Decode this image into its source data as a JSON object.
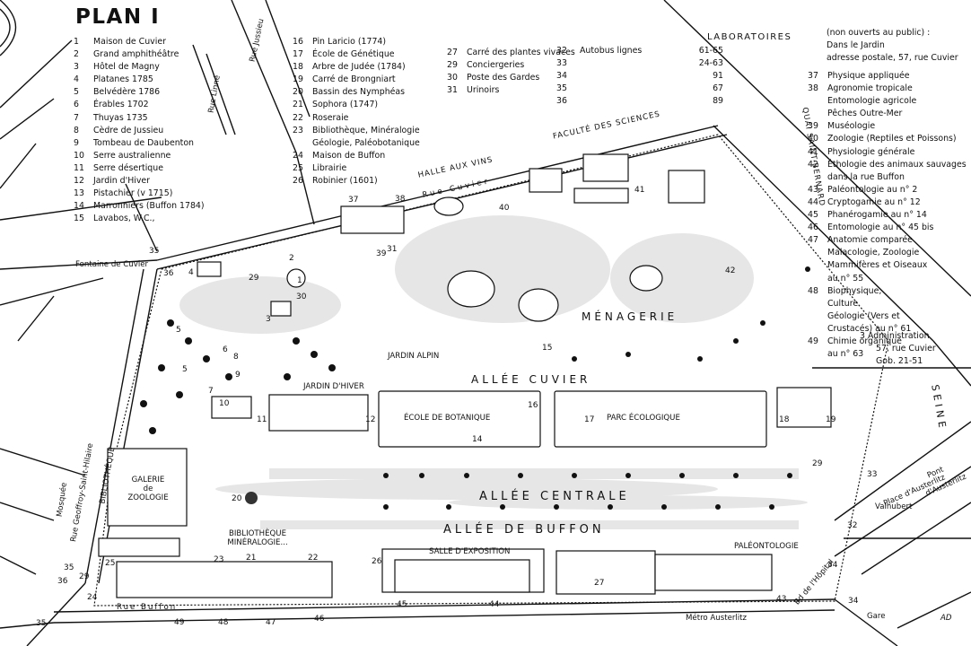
{
  "title": "PLAN I",
  "legend_col1": [
    {
      "n": "1",
      "t": "Maison de Cuvier"
    },
    {
      "n": "2",
      "t": "Grand amphithéâtre"
    },
    {
      "n": "3",
      "t": "Hôtel de Magny"
    },
    {
      "n": "4",
      "t": "Platanes 1785"
    },
    {
      "n": "5",
      "t": "Belvédère 1786"
    },
    {
      "n": "6",
      "t": "Érables 1702"
    },
    {
      "n": "7",
      "t": "Thuyas 1735"
    },
    {
      "n": "8",
      "t": "Cèdre de Jussieu"
    },
    {
      "n": "9",
      "t": "Tombeau de Daubenton"
    },
    {
      "n": "10",
      "t": "Serre australienne"
    },
    {
      "n": "11",
      "t": "Serre désertique"
    },
    {
      "n": "12",
      "t": "Jardin d'Hiver"
    },
    {
      "n": "13",
      "t": "Pistachier (v 1715)"
    },
    {
      "n": "14",
      "t": "Marronniers (Buffon 1784)"
    },
    {
      "n": "15",
      "t": "Lavabos, W.C.,"
    }
  ],
  "legend_col2": [
    {
      "n": "16",
      "t": "Pin Laricio (1774)"
    },
    {
      "n": "17",
      "t": "École de Génétique"
    },
    {
      "n": "18",
      "t": "Arbre de Judée (1784)"
    },
    {
      "n": "19",
      "t": "Carré de Brongniart"
    },
    {
      "n": "20",
      "t": "Bassin des Nymphéas"
    },
    {
      "n": "21",
      "t": "Sophora (1747)"
    },
    {
      "n": "22",
      "t": "Roseraie"
    },
    {
      "n": "23",
      "t": "Bibliothèque, Minéralogie"
    },
    {
      "n": "",
      "t": "Géologie, Paléobotanique"
    },
    {
      "n": "24",
      "t": "Maison de Buffon"
    },
    {
      "n": "25",
      "t": "Librairie"
    },
    {
      "n": "26",
      "t": "Robinier (1601)"
    }
  ],
  "legend_col3": [
    {
      "n": "27",
      "t": "Carré des plantes vivaces"
    },
    {
      "n": "29",
      "t": "Conciergeries"
    },
    {
      "n": "30",
      "t": "Poste des Gardes"
    },
    {
      "n": "31",
      "t": "Urinoirs"
    }
  ],
  "bus": [
    {
      "n": "32",
      "t": "Autobus lignes",
      "v": "61-65"
    },
    {
      "n": "33",
      "t": "",
      "v": "24-63"
    },
    {
      "n": "34",
      "t": "",
      "v": "91"
    },
    {
      "n": "35",
      "t": "",
      "v": "67"
    },
    {
      "n": "36",
      "t": "",
      "v": "89"
    }
  ],
  "labs_header": "LABORATOIRES",
  "labs_intro": [
    "(non ouverts au public) :",
    "Dans le Jardin",
    "adresse postale, 57, rue Cuvier"
  ],
  "labs": [
    {
      "n": "37",
      "t": "Physique appliquée"
    },
    {
      "n": "38",
      "t": "Agronomie tropicale"
    },
    {
      "n": "",
      "t": "Entomologie agricole"
    },
    {
      "n": "",
      "t": "Pêches Outre-Mer"
    },
    {
      "n": "39",
      "t": "Muséologie"
    },
    {
      "n": "40",
      "t": "Zoologie (Reptiles et Poissons)"
    },
    {
      "n": "41",
      "t": "Physiologie générale"
    },
    {
      "n": "42",
      "t": "Éthologie des animaux sauvages"
    },
    {
      "n": "",
      "t": "dans la rue Buffon"
    },
    {
      "n": "43",
      "t": "Paléontologie au n° 2"
    },
    {
      "n": "44",
      "t": "Cryptogamie au n° 12"
    },
    {
      "n": "45",
      "t": "Phanérogamie au n° 14"
    },
    {
      "n": "46",
      "t": "Entomologie au n° 45 bis"
    },
    {
      "n": "47",
      "t": "Anatomie comparée"
    },
    {
      "n": "",
      "t": "Malacologie, Zoologie"
    },
    {
      "n": "",
      "t": "Mammifères et Oiseaux"
    },
    {
      "n": "",
      "t": "au n° 55"
    },
    {
      "n": "48",
      "t": "Biophysique,"
    },
    {
      "n": "",
      "t": "Culture"
    },
    {
      "n": "",
      "t": "Géologie (Vers et"
    },
    {
      "n": "",
      "t": "Crustacés) au n° 61"
    },
    {
      "n": "49",
      "t": "Chimie organique"
    },
    {
      "n": "",
      "t": "au n° 63"
    }
  ],
  "admin": [
    "3  Administration",
    "57, rue Cuvier",
    "Gob. 21-51"
  ],
  "map_labels": {
    "rue_jussieu": "Rue Jussieu",
    "rue_linne": "Rue Linné",
    "fontaine": "Fontaine de Cuvier",
    "halle": "HALLE AUX VINS",
    "faculte": "FACULTÉ DES SCIENCES",
    "rue_cuvier": "Rue Cuvier",
    "quai": "QUAI SAINT-BERNARD",
    "seine": "SEINE",
    "menagerie": "MÉNAGERIE",
    "jardin_alpin": "JARDIN ALPIN",
    "allee_cuvier": "ALLÉE CUVIER",
    "jardin_hiver": "JARDIN D'HIVER",
    "ecole_bot": "ÉCOLE DE BOTANIQUE",
    "parc_eco": "PARC ÉCOLOGIQUE",
    "galerie": "GALERIE de ZOOLOGIE",
    "bibliotheque": "BIBLIOTHÈQUE",
    "allee_centrale": "ALLÉE CENTRALE",
    "allee_buffon": "ALLÉE DE BUFFON",
    "bib_min": "BIBLIOTHÈQUE MINÉRALOGIE...",
    "salle_expo": "SALLE D'EXPOSITION",
    "paleontologie": "PALÉONTOLOGIE",
    "rue_geoffroy": "Rue Geoffroy-Saint-Hilaire",
    "mosquee": "Mosquée",
    "rue_buffon": "Rue Buffon",
    "metro": "Métro Austerlitz",
    "gare": "Gare",
    "place_austerlitz": "Place d'Austerlitz",
    "valhubert": "Valhubert",
    "pont": "Pont",
    "daust": "d'Austerlitz",
    "bd_hopital": "Bd de l'Hôpital",
    "signature": "AD"
  }
}
